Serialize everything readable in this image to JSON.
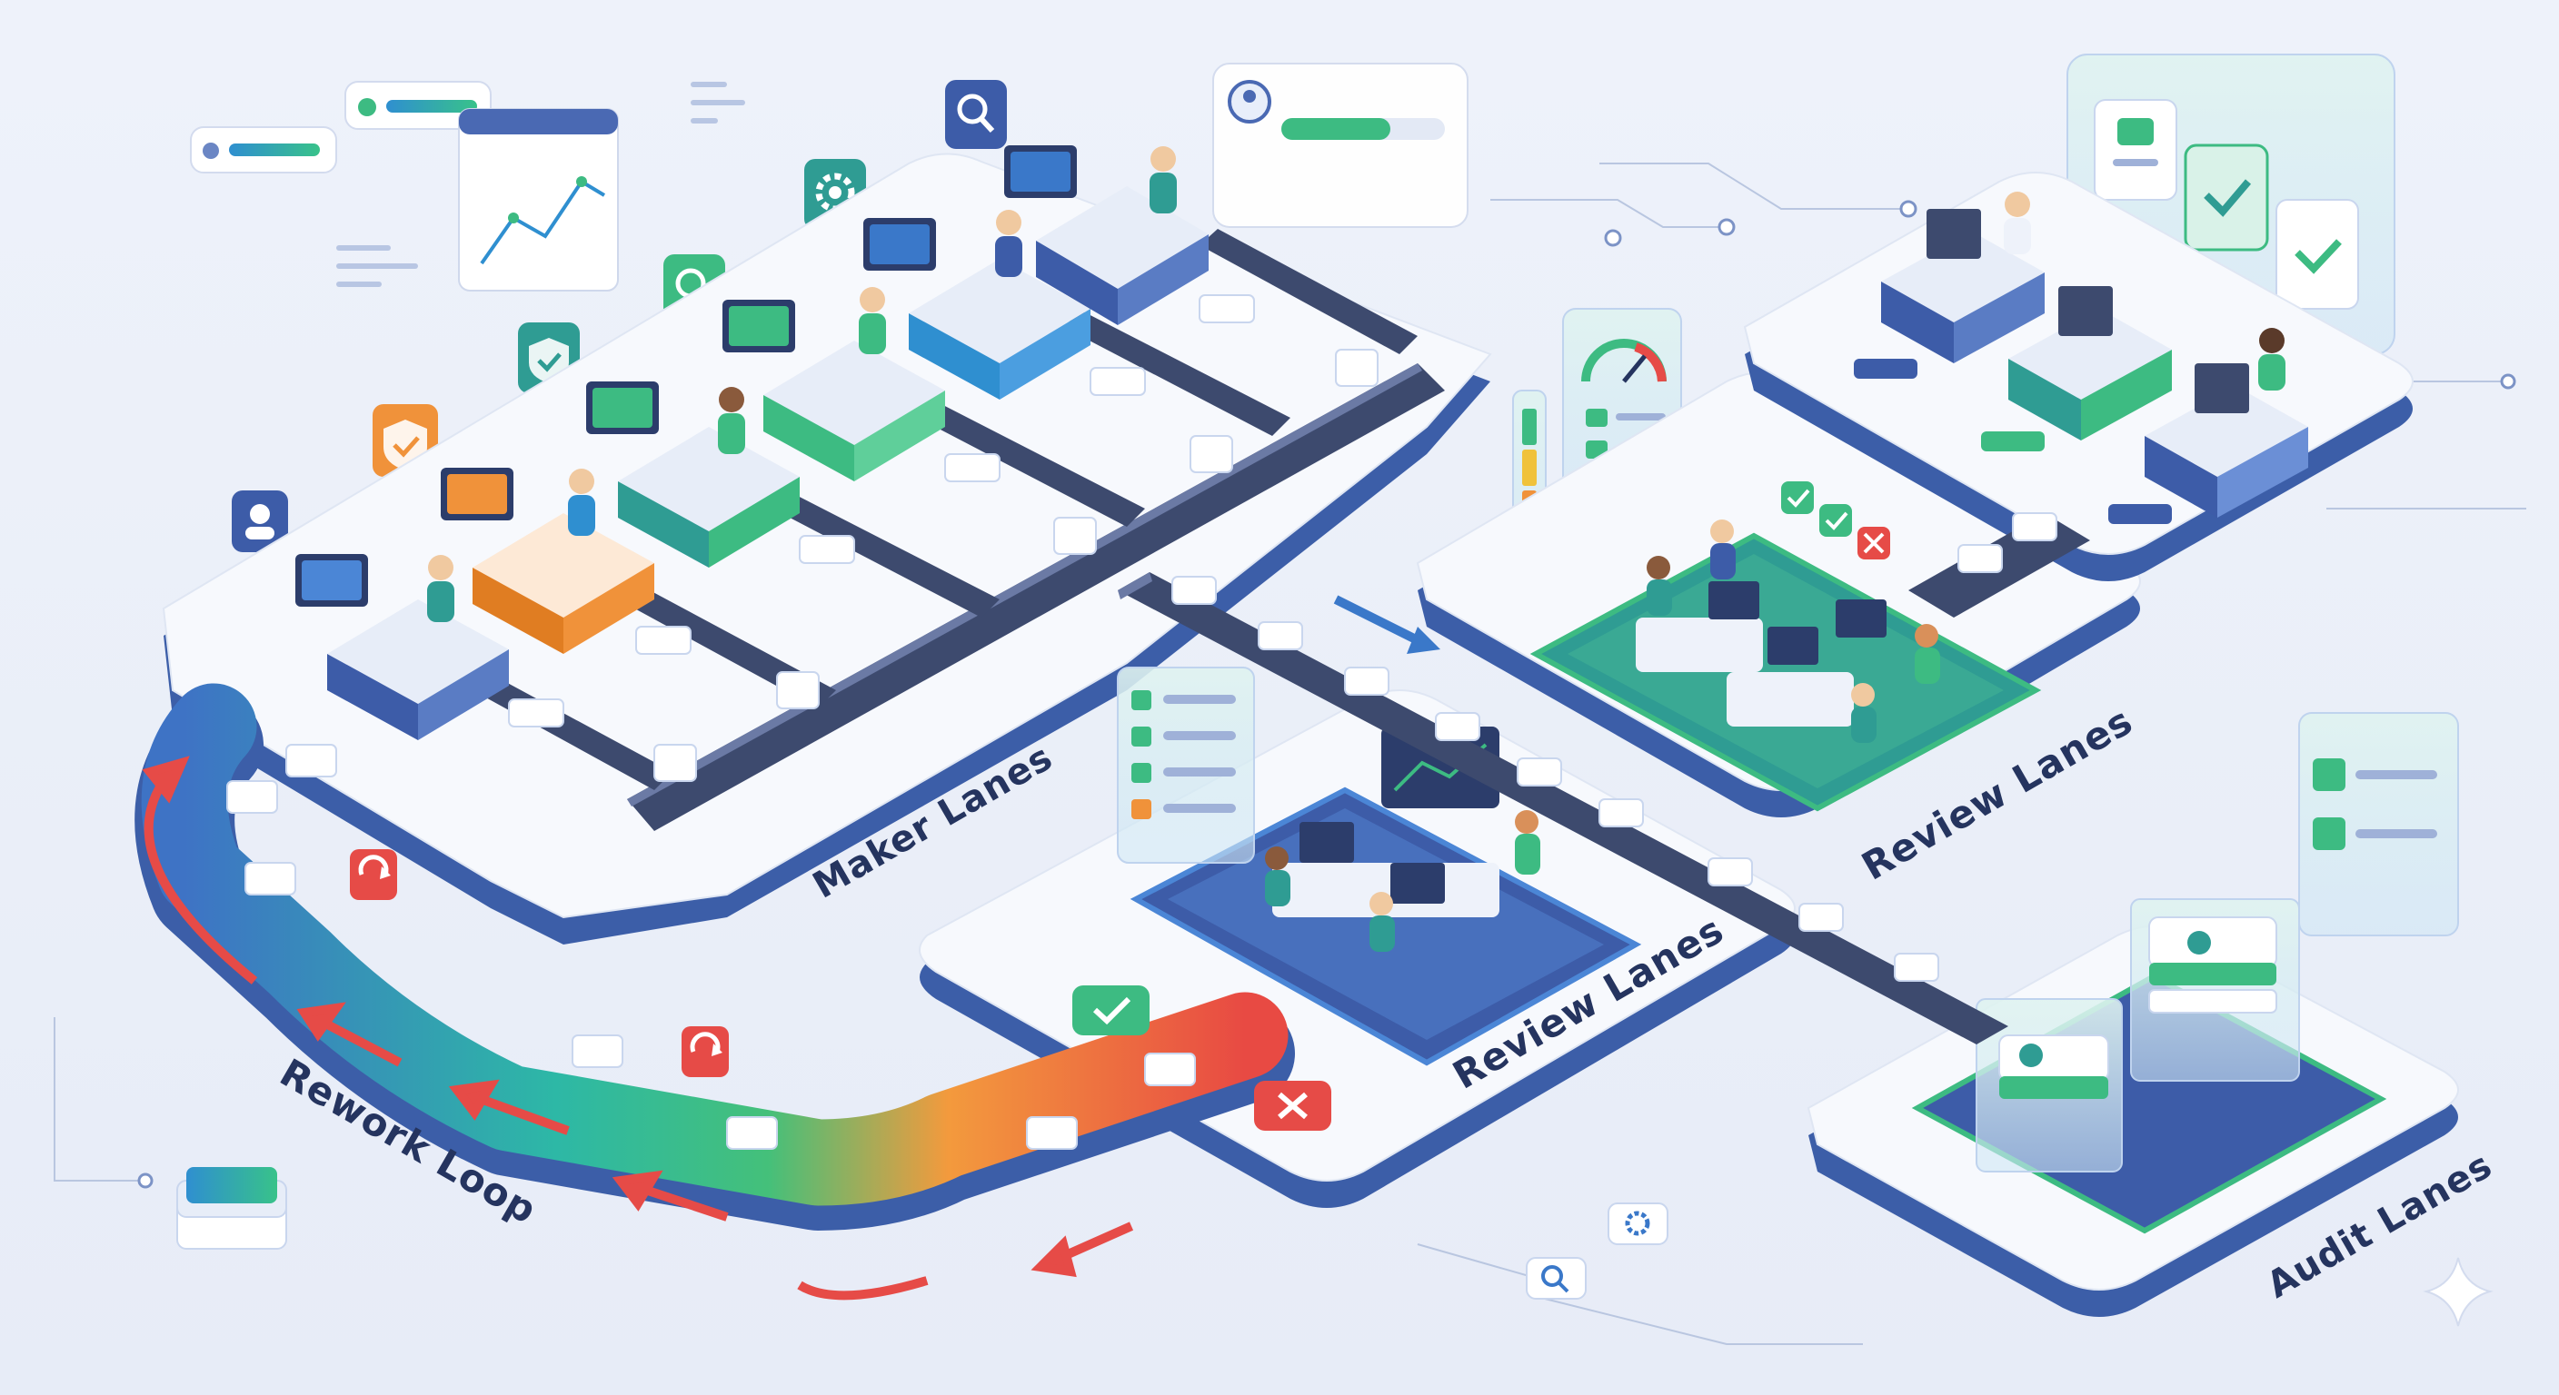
{
  "diagram": {
    "lanes": {
      "maker": "Maker Lanes",
      "review_center": "Review Lanes",
      "review_right": "Review Lanes",
      "audit": "Audit Lanes",
      "rework": "Rework Loop"
    },
    "icons": {
      "floating_left": [
        "user-shield-icon",
        "shield-check-icon",
        "shield-check-icon",
        "search-icon",
        "gear-icon",
        "search-icon"
      ],
      "decision_accept": "check-icon",
      "decision_reject": "x-icon",
      "rework_marker": "refresh-icon",
      "gauge": "gauge-icon",
      "sparkle": "sparkle-icon"
    },
    "colors": {
      "platform_top": "#f7f9fd",
      "platform_side": "#3c5ea8",
      "belt": "#3d4a6e",
      "accent_green": "#3dbb82",
      "accent_blue": "#3a78c9",
      "accent_orange": "#f0923a",
      "reject_red": "#e64b47",
      "teal": "#2f9c93",
      "label": "#25345f"
    }
  }
}
